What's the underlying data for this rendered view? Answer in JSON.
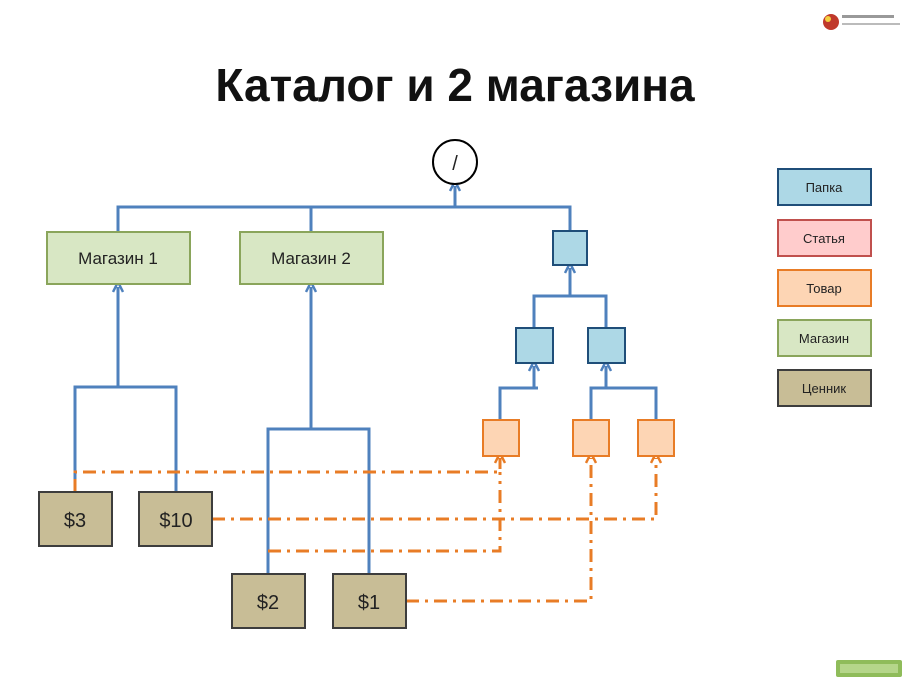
{
  "slide": {
    "title": "Каталог и 2 магазина"
  },
  "colors": {
    "line_blue": "#4f81bd",
    "line_orange": "#e87c26",
    "folder_fill": "#add8e6",
    "folder_stroke": "#1f4e79",
    "article_fill": "#ffcccc",
    "article_stroke": "#c0504d",
    "product_fill": "#fdd5b4",
    "product_stroke": "#e87c26",
    "store_fill": "#d8e7c4",
    "store_stroke": "#8aa55b",
    "price_fill": "#c8bd96",
    "price_stroke": "#3d3d3d"
  },
  "diagram": {
    "root_label": "/",
    "stores": [
      {
        "label": "Магазин 1"
      },
      {
        "label": "Магазин 2"
      }
    ],
    "prices": [
      {
        "label": "$3"
      },
      {
        "label": "$10"
      },
      {
        "label": "$2"
      },
      {
        "label": "$1"
      }
    ]
  },
  "legend": {
    "items": [
      {
        "label": "Папка"
      },
      {
        "label": "Статья"
      },
      {
        "label": "Товар"
      },
      {
        "label": "Магазин"
      },
      {
        "label": "Ценник"
      }
    ]
  }
}
